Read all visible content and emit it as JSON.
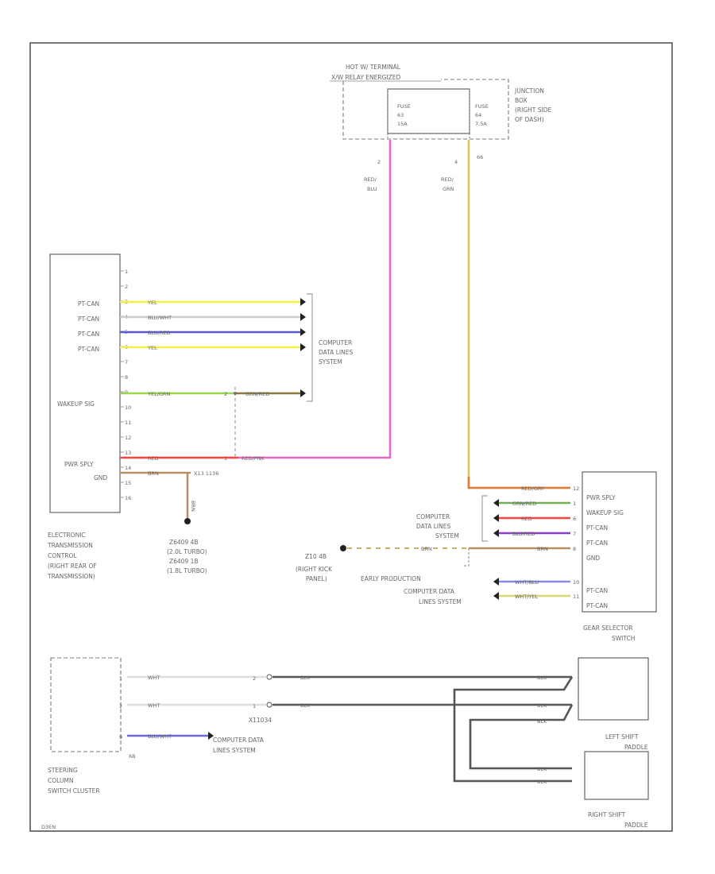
{
  "page": {
    "code": "D3EN"
  },
  "colors": {
    "yel": "#f2f244",
    "blu_wht": "#d0d0d0",
    "blu_red": "#5a5ad6",
    "yel_grn": "#9ad84a",
    "grn_red": "#8a7a40",
    "red_pnk": "#e858a8",
    "red": "#ff4444",
    "brn": "#b89060",
    "red_grn": "#e08040",
    "red_blu": "#cc66cc",
    "red_org": "#d4c460",
    "blk": "#555555",
    "wht": "#dddddd",
    "wht_blu": "#8888ee",
    "wht_yel": "#d8d870",
    "grn_red2": "#70b050",
    "blu_red2": "#8a40c0"
  },
  "junction": {
    "hot_label1": "HOT W/ TERMINAL",
    "hot_label2": "X/W RELAY ENERGIZED",
    "box_label": [
      "JUNCTION",
      "BOX",
      "(RIGHT SIDE",
      "OF DASH)"
    ],
    "fuse1": [
      "FUSE",
      "63",
      "15A"
    ],
    "fuse2": [
      "FUSE",
      "64",
      "7.5A"
    ],
    "pin1": "2",
    "pin2": "4",
    "pin3": "66",
    "wire1_color": [
      "RED/",
      "BLU"
    ],
    "wire2_color": [
      "RED/",
      "GRN"
    ]
  },
  "tcm": {
    "pins": [
      "1",
      "2",
      "3",
      "4",
      "5",
      "6",
      "7",
      "8",
      "9",
      "10",
      "11",
      "12",
      "13",
      "14",
      "15",
      "16"
    ],
    "labels": {
      "ptcan1": "PT-CAN",
      "ptcan2": "PT-CAN",
      "ptcan3": "PT-CAN",
      "ptcan4": "PT-CAN",
      "wakeup": "WAKEUP SIG",
      "pwr": "PWR SPLY",
      "gnd": "GND"
    },
    "caption": [
      "ELECTRONIC",
      "TRANSMISSION",
      "CONTROL",
      "(RIGHT REAR OF",
      "TRANSMISSION)"
    ],
    "wires": {
      "w3": "YEL",
      "w4": "BLU/WHT",
      "w5": "BLU/RED",
      "w6": "YEL",
      "w9": "YEL/GRN",
      "w13": "RED",
      "w14": "BRN"
    },
    "cdl_label": [
      "COMPUTER",
      "DATA LINES",
      "SYSTEM"
    ],
    "splice_wire": "GRN/RED",
    "red_pnk": "RED/PNK",
    "x13": "X13 1136",
    "gnd_wire": "BRN",
    "ground_caption": [
      "Z6409 4B",
      "(2.0L TURBO)",
      "Z6409 1B",
      "(1.8L TURBO)"
    ],
    "pin_small": [
      "2",
      "1"
    ]
  },
  "gear": {
    "labels": [
      "PWR SPLY",
      "WAKEUP SIG",
      "PT-CAN",
      "PT-CAN",
      "GND",
      "PT-CAN",
      "PT-CAN"
    ],
    "wires": [
      "RED/GRY",
      "GRN/RED",
      "RED",
      "BLU/RED",
      "BRN",
      "WHT/BLU",
      "WHT/YEL"
    ],
    "pins": [
      "12",
      "1",
      "6",
      "7",
      "8",
      "10",
      "11"
    ],
    "cdl_label": [
      "COMPUTER",
      "DATA LINES",
      "SYSTEM"
    ],
    "cdl2_label": [
      "COMPUTER DATA",
      "LINES SYSTEM"
    ],
    "ground": "Z10 4B",
    "ground_sub": [
      "(RIGHT KICK",
      "PANEL)"
    ],
    "early": "EARLY PRODUCTION",
    "caption": [
      "GEAR SELECTOR",
      "SWITCH"
    ]
  },
  "steering": {
    "caption": [
      "STEERING",
      "COLUMN",
      "SWITCH CLUSTER"
    ],
    "pins": [
      "1",
      "2",
      "9"
    ],
    "wires": [
      "WHT",
      "WHT",
      "BLU/WHT"
    ],
    "cdl_label": [
      "COMPUTER DATA",
      "LINES SYSTEM"
    ],
    "conn": "X11034",
    "conn_pins": [
      "2",
      "1"
    ],
    "pin_b": "6B",
    "blk": "BLK"
  },
  "paddles": {
    "left": [
      "LEFT SHIFT",
      "PADDLE"
    ],
    "right": [
      "RIGHT SHIFT",
      "PADDLE"
    ],
    "blk": "BLK"
  }
}
